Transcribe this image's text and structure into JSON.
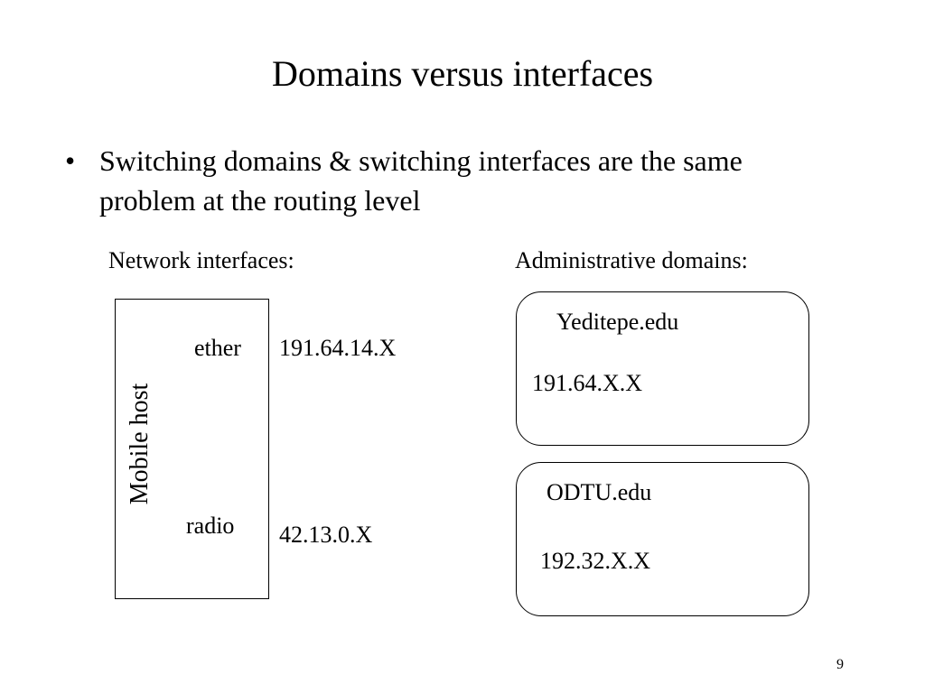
{
  "slide": {
    "title": "Domains versus interfaces",
    "bullet": {
      "marker": "•",
      "text": "Switching domains & switching interfaces are the same problem at the routing level"
    },
    "network_interfaces": {
      "heading": "Network interfaces:",
      "host_label": "Mobile host",
      "interfaces": [
        {
          "name": "ether",
          "address": "191.64.14.X"
        },
        {
          "name": "radio",
          "address": "42.13.0.X"
        }
      ]
    },
    "administrative_domains": {
      "heading": "Administrative domains:",
      "domains": [
        {
          "name": "Yeditepe.edu",
          "address": "191.64.X.X"
        },
        {
          "name": "ODTU.edu",
          "address": "192.32.X.X"
        }
      ]
    },
    "page_number": "9"
  }
}
